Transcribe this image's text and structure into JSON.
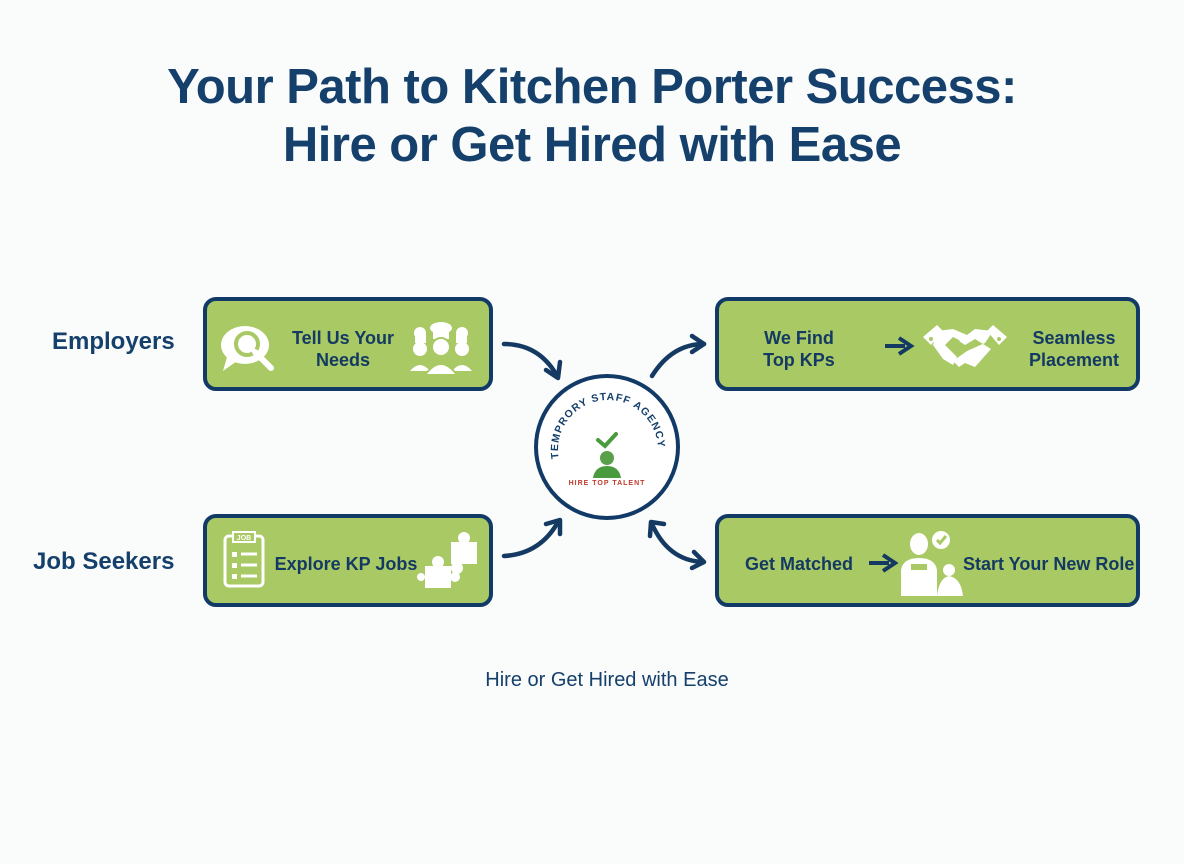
{
  "title": {
    "line1": "Your Path to Kitchen Porter Success:",
    "line2": "Hire or Get Hired with Ease"
  },
  "rows": {
    "employers": {
      "label": "Employers",
      "left_box": {
        "text_line1": "Tell Us Your",
        "text_line2": "Needs",
        "icons": [
          "search-chat-icon",
          "chefs-group-icon"
        ]
      },
      "right_box": {
        "step1_line1": "We Find",
        "step1_line2": "Top KPs",
        "step2_line1": "Seamless",
        "step2_line2": "Placement",
        "icons": [
          "arrow-right-icon",
          "handshake-icon"
        ]
      }
    },
    "job_seekers": {
      "label": "Job Seekers",
      "left_box": {
        "text": "Explore KP Jobs",
        "icons": [
          "job-clipboard-icon",
          "puzzle-icon"
        ],
        "clipboard_label": "JOB"
      },
      "right_box": {
        "step1": "Get Matched",
        "step2": "Start Your New Role",
        "icons": [
          "arrow-right-icon",
          "worker-check-icon"
        ]
      }
    }
  },
  "hub": {
    "arc_text": "TEMPRORY STAFF AGENCY",
    "tagline": "HIRE TOP TALENT",
    "icons": [
      "checkmark-icon",
      "person-icon"
    ]
  },
  "footer": {
    "text": "Hire or Get Hired with Ease"
  },
  "colors": {
    "navy": "#123a66",
    "box_green": "#a8c963",
    "hub_green": "#5aa04a",
    "tagline_red": "#c0392b",
    "background": "#fafbfb"
  }
}
